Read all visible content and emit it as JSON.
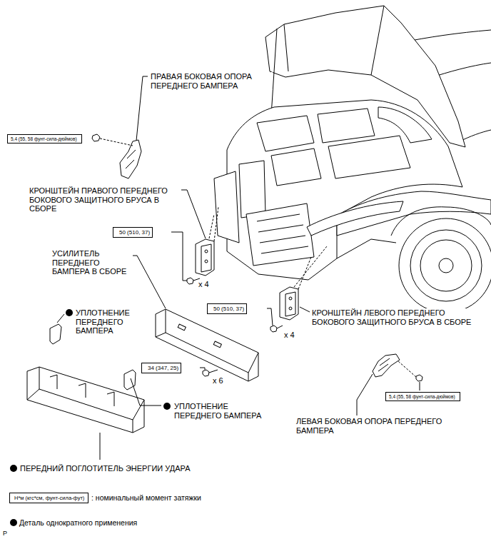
{
  "diagram": {
    "nodes": [
      {
        "text": [
          "5,4 (55, 58 фунт-сила-дюймов)"
        ]
      },
      {
        "text": [
          "50 (510, 37)"
        ]
      },
      {
        "text": [
          "50 (510, 37)"
        ]
      },
      {
        "text": [
          "34 (347, 25)"
        ]
      },
      {
        "text": [
          "5,4 (55, 58 фунт-сила-дюймов)"
        ]
      },
      {
        "text": [
          "Н*м (кгс*см, фунт-сила-фут)"
        ]
      }
    ],
    "labels": [
      "ПРАВАЯ БОКОВАЯ ОПОРА ПЕРЕДНЕГО БАМПЕРА",
      "КРОНШТЕЙН ПРАВОГО ПЕРЕДНЕГО БОКОВОГО ЗАЩИТНОГО БРУСА В СБОРЕ",
      "УСИЛИТЕЛЬ ПЕРЕДНЕГО БАМПЕРА В СБОРЕ",
      "УПЛОТНЕНИЕ ПЕРЕДНЕГО БАМПЕРА",
      "x 4",
      "x 4",
      "КРОНШТЕЙН ЛЕВОГО ПЕРЕДНЕГО БОКОВОГО ЗАЩИТНОГО БРУСА В СБОРЕ",
      "x 6",
      "УПЛОТНЕНИЕ ПЕРЕДНЕГО БАМПЕРА",
      "ЛЕВАЯ БОКОВАЯ ОПОРА ПЕРЕДНЕГО БАМПЕРА",
      "ПЕРЕДНИЙ ПОГЛОТИТЕЛЬ ЭНЕРГИИ УДАРА",
      "P"
    ],
    "legend": [
      {
        "text": ": номинальный момент затяжки"
      },
      {
        "text": "Деталь однократного применения"
      }
    ]
  }
}
